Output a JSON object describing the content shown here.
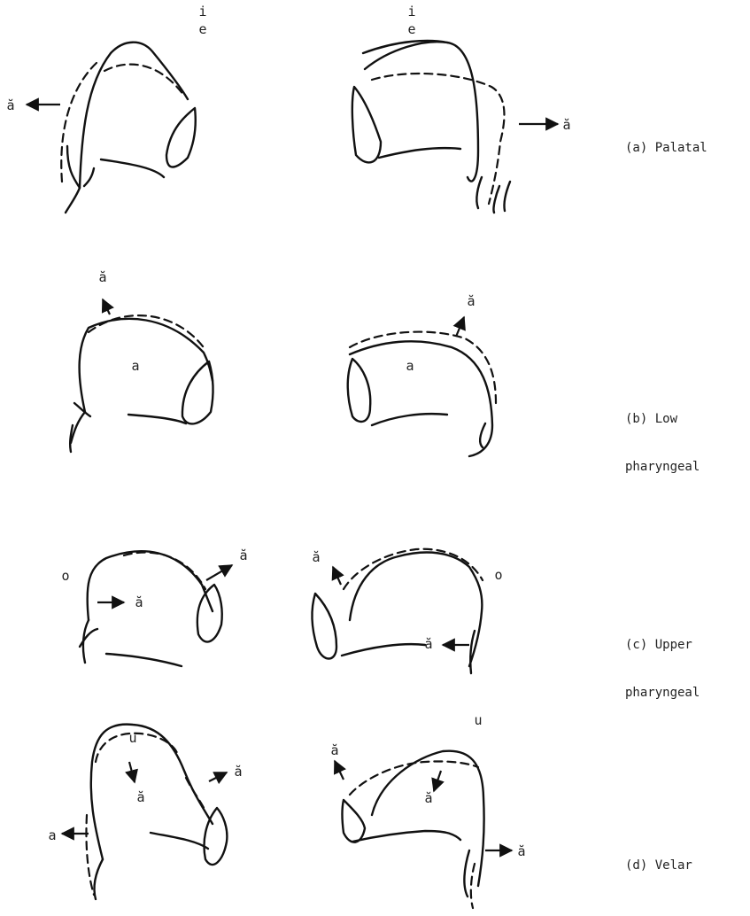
{
  "rows": [
    {
      "id": "a",
      "caption": [
        "(a) Palatal"
      ],
      "vowels": [
        "i",
        "e",
        "ă",
        "ă"
      ]
    },
    {
      "id": "b",
      "caption": [
        "(b) Low",
        "pharyngeal"
      ],
      "vowels": [
        "ă",
        "a",
        "ă",
        "a"
      ]
    },
    {
      "id": "c",
      "caption": [
        "(c) Upper",
        "pharyngeal"
      ],
      "vowels": [
        "o",
        "ă",
        "ă",
        "ă",
        "o",
        "ă"
      ]
    },
    {
      "id": "d",
      "caption": [
        "(d) Velar"
      ],
      "vowels": [
        "u",
        "ă",
        "ă",
        "a",
        "u",
        "ă",
        "ă",
        "ă"
      ]
    }
  ]
}
